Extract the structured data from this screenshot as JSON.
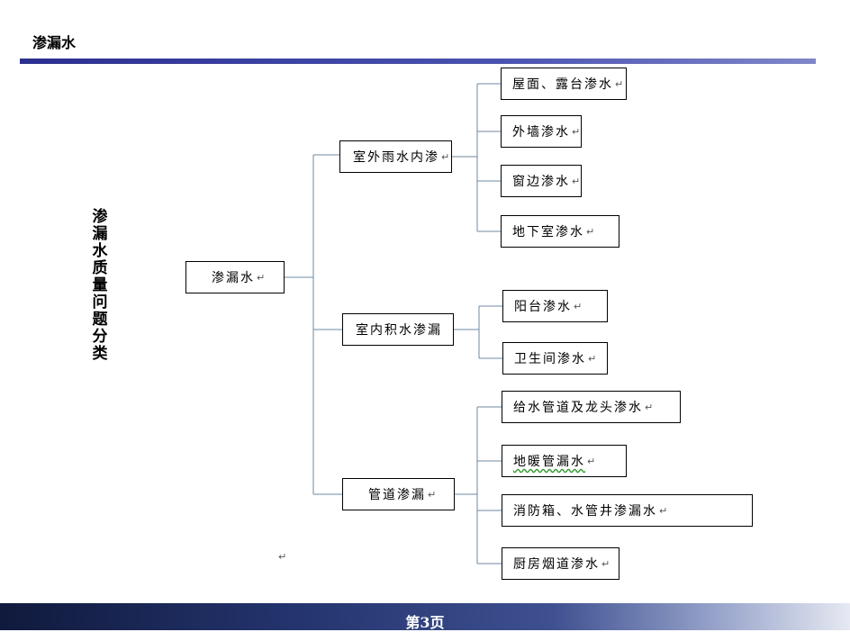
{
  "header": {
    "title": "渗漏水"
  },
  "side_title": "渗漏水质量问题分类",
  "tree": {
    "root": {
      "label": "渗漏水"
    },
    "branches": [
      {
        "label": "室外雨水内渗",
        "children": [
          {
            "label": "屋面、露台渗水"
          },
          {
            "label": "外墙渗水"
          },
          {
            "label": "窗边渗水"
          },
          {
            "label": "地下室渗水"
          }
        ]
      },
      {
        "label": "室内积水渗漏",
        "children": [
          {
            "label": "阳台渗水"
          },
          {
            "label": "卫生间渗水"
          }
        ]
      },
      {
        "label": "管道渗漏",
        "children": [
          {
            "label": "给水管道及龙头渗水"
          },
          {
            "label": "地暖管漏水"
          },
          {
            "label": "消防箱、水管井渗漏水"
          },
          {
            "label": "厨房烟道渗水"
          }
        ]
      }
    ]
  },
  "return_mark": "↵",
  "footer": {
    "page_label": "第3页"
  },
  "colors": {
    "connector": "#6f8aa0",
    "header_rule": "#2b2f8f",
    "spell_underline": "#2f9a2f"
  }
}
